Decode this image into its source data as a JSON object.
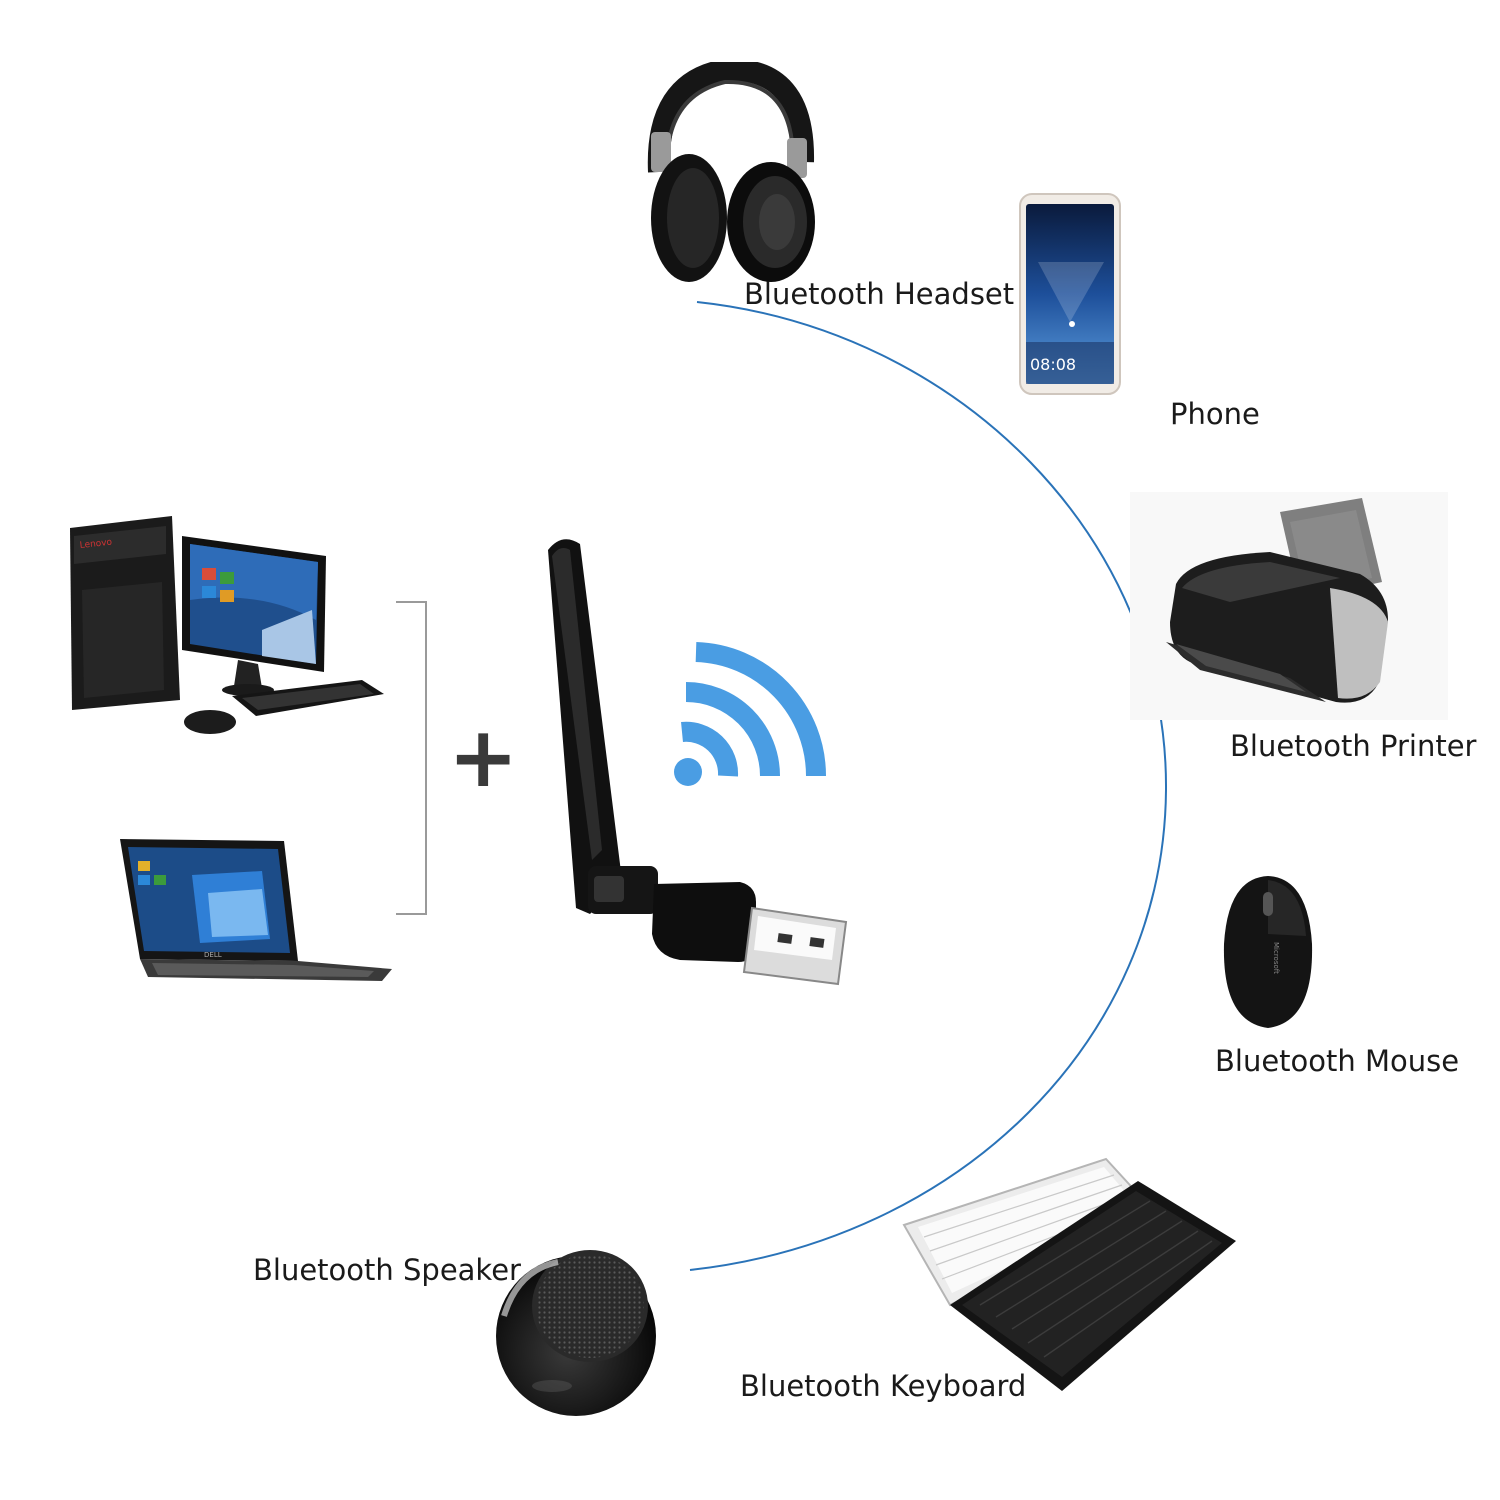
{
  "labels": {
    "headset": "Bluetooth Headset",
    "phone": "Phone",
    "printer": "Bluetooth Printer",
    "mouse": "Bluetooth Mouse",
    "keyboard": "Bluetooth Keyboard",
    "speaker": "Bluetooth Speaker"
  },
  "plus_sign": "+",
  "phone_clock": "08:08",
  "brands": {
    "desktop": "Lenovo",
    "laptop": "DELL",
    "mouse": "Microsoft"
  },
  "colors": {
    "arc": "#2a73b8",
    "signal": "#4a9de3",
    "bracket": "#9a9a9a",
    "text": "#1a1a1a"
  },
  "icons": [
    "usb-bluetooth-adapter-icon",
    "signal-waves-icon",
    "desktop-pc-icon",
    "laptop-icon",
    "headset-icon",
    "phone-icon",
    "printer-icon",
    "mouse-icon",
    "keyboard-icon",
    "speaker-icon"
  ]
}
